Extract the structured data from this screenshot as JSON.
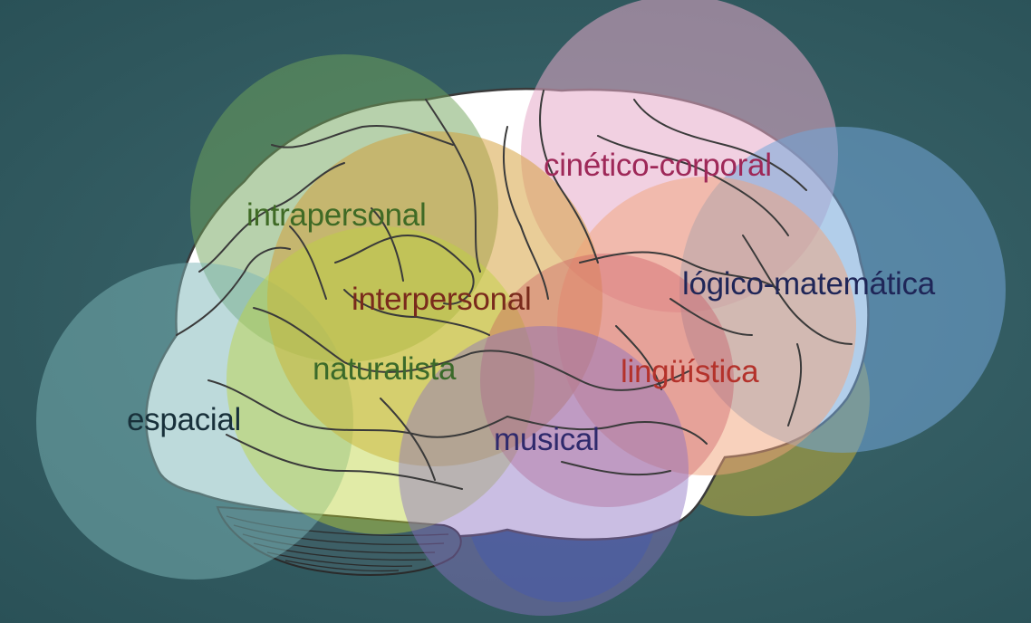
{
  "intelligences": [
    {
      "id": "cinetico",
      "label": "cinético-corporal",
      "color": "#9e2858"
    },
    {
      "id": "intrapersonal",
      "label": "intrapersonal",
      "color": "#3f6a25"
    },
    {
      "id": "interpersonal",
      "label": "interpersonal",
      "color": "#7a2a1c"
    },
    {
      "id": "logico",
      "label": "lógico-matemática",
      "color": "#1f2658"
    },
    {
      "id": "naturalista",
      "label": "naturalista",
      "color": "#3b6a2a"
    },
    {
      "id": "linguistica",
      "label": "lingüística",
      "color": "#b4322b"
    },
    {
      "id": "espacial",
      "label": "espacial",
      "color": "#18303a"
    },
    {
      "id": "musical",
      "label": "musical",
      "color": "#2f2a6c"
    }
  ],
  "circle_colors": {
    "cinetico": "#e6a9c8",
    "intrapersonal": "#6fa35a",
    "interpersonal": "#d39b31",
    "logico": "#72a6d8",
    "naturalista": "#bcd23c",
    "linguistica": "#f2a37a",
    "espacial": "#7cb5b8",
    "musical": "#8a6fc0",
    "olive": "#b7a63c",
    "navy": "#1b4f8a"
  }
}
